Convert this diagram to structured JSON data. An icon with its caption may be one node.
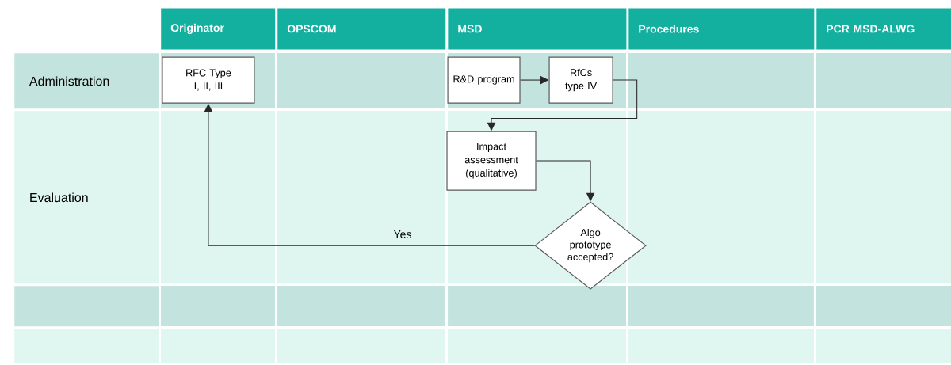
{
  "diagram": {
    "nodes": [
      {
        "text": [
          "RFC Type I, II, III"
        ]
      },
      {
        "text": [
          "R&D program"
        ]
      },
      {
        "text": [
          "RfCs type IV"
        ]
      },
      {
        "text": [
          "Impact assessment (qualitative)"
        ]
      },
      {
        "text": [
          "Algo prototype accepted?"
        ]
      }
    ],
    "edges": [
      {
        "from": 1,
        "to": 2,
        "arrow": "to"
      },
      {
        "from": 2,
        "to": 3,
        "arrow": "to"
      },
      {
        "from": 3,
        "to": 4,
        "arrow": "to"
      },
      {
        "from": 4,
        "to": 0,
        "arrow": "to",
        "label": "Yes"
      }
    ],
    "labels": [
      "Originator",
      "OPSCOM",
      "MSD",
      "Procedures",
      "PCR MSD-ALWG",
      "Administration",
      "Evaluation"
    ]
  }
}
